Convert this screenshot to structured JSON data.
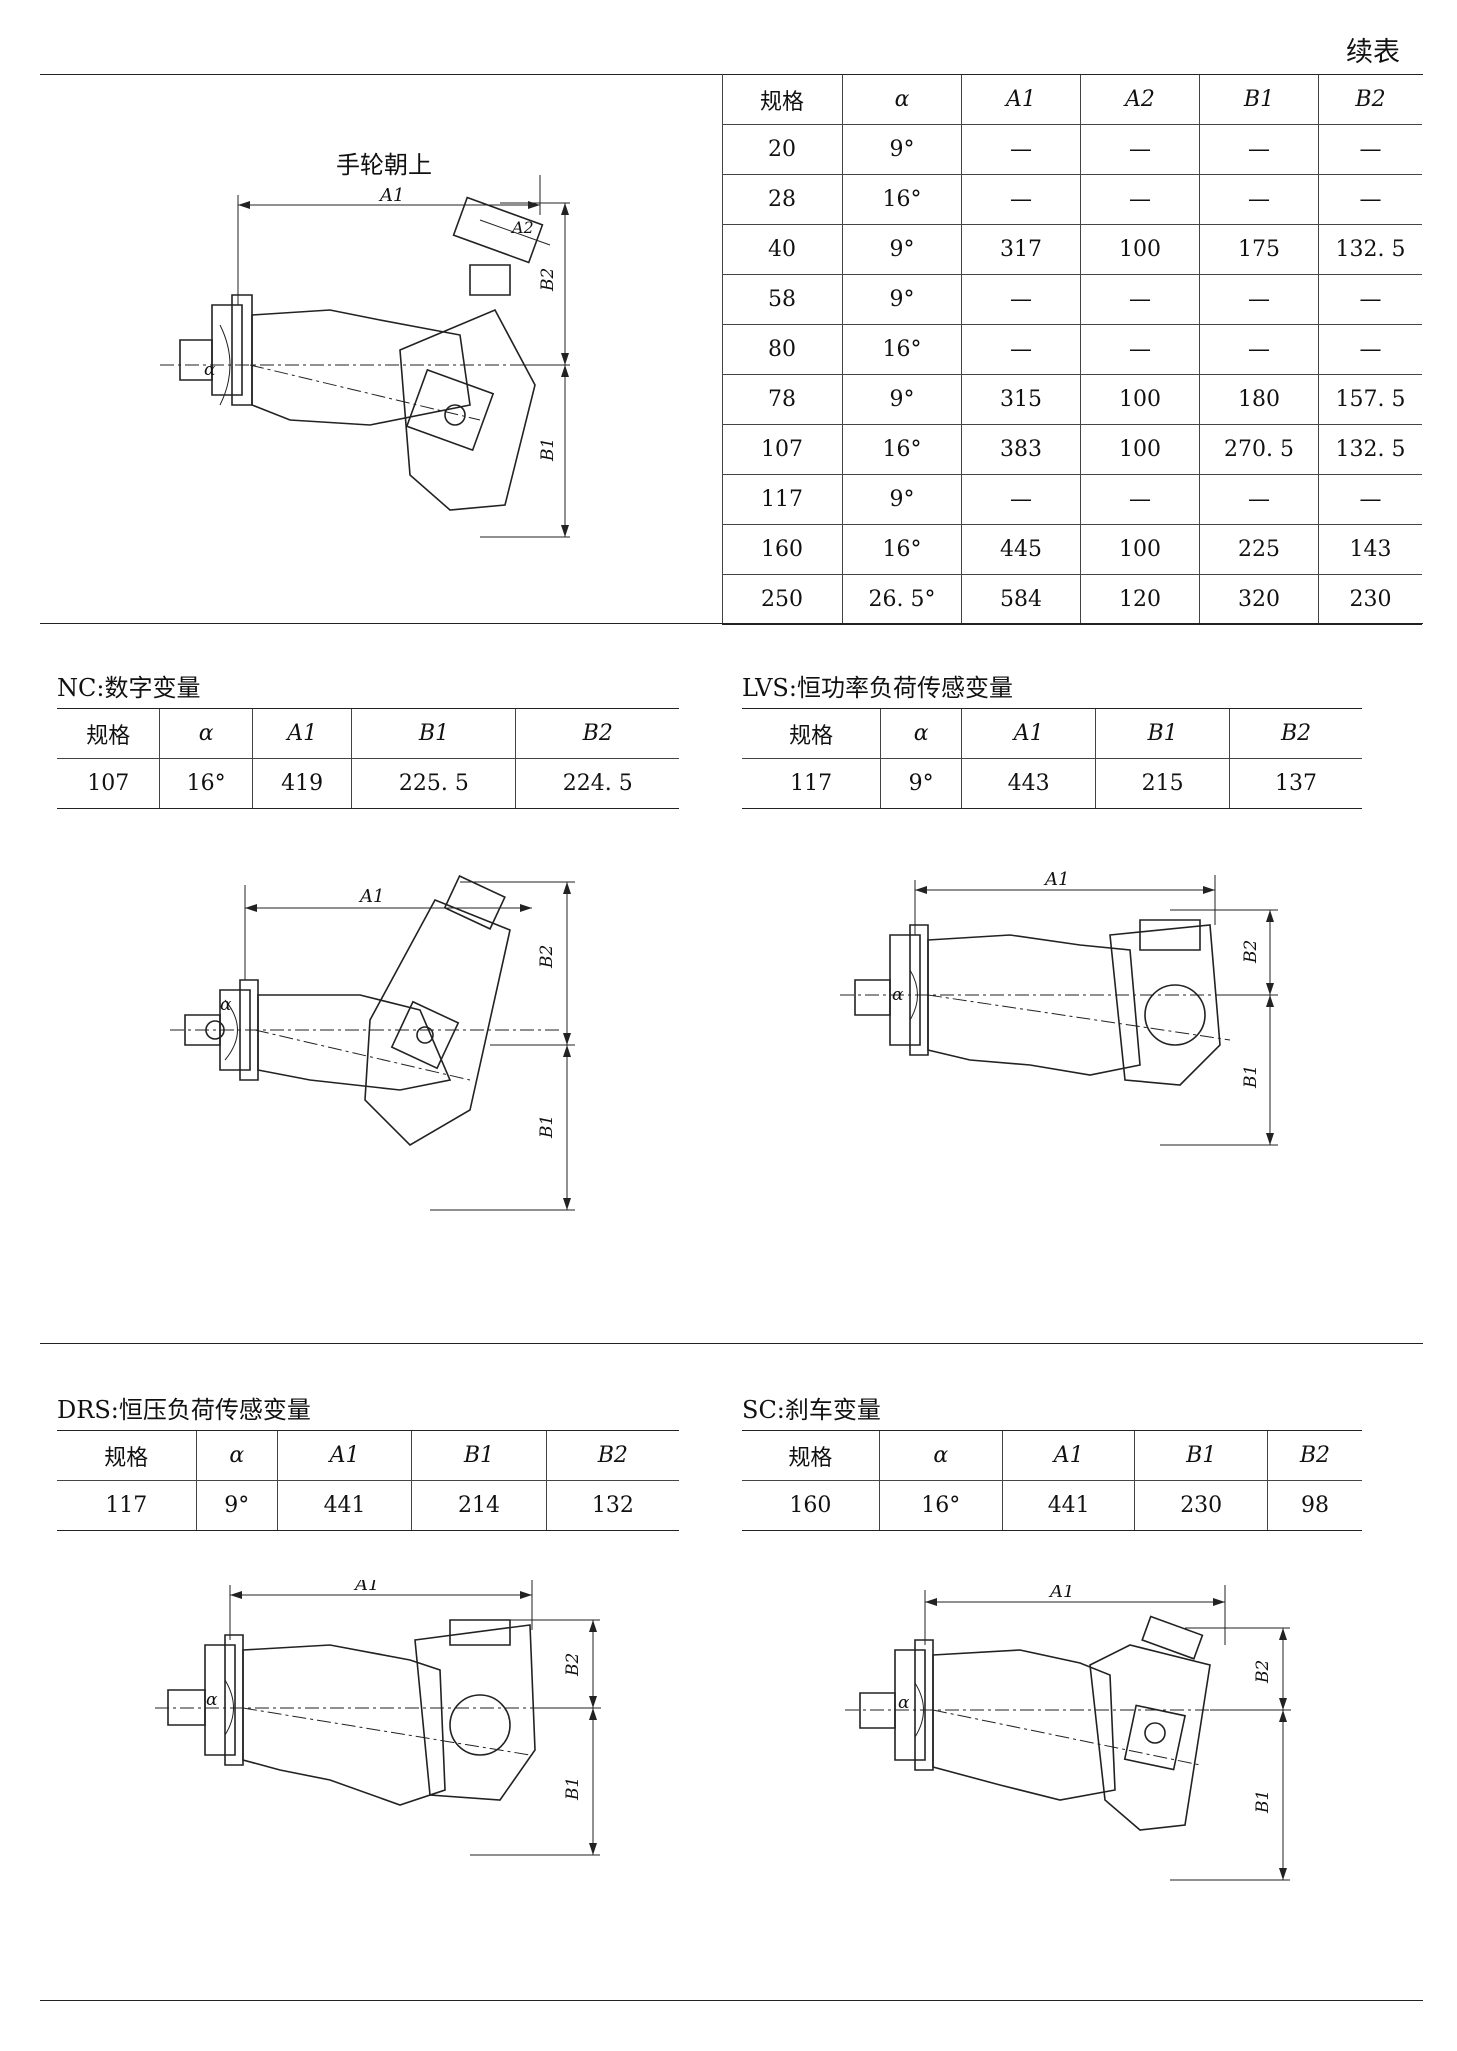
{
  "header": {
    "continued": "续表"
  },
  "top": {
    "caption": "手轮朝上",
    "table": {
      "headers": [
        "规格",
        "α",
        "A1",
        "A2",
        "B1",
        "B2"
      ],
      "rows": [
        [
          "20",
          "9°",
          "—",
          "—",
          "—",
          "—"
        ],
        [
          "28",
          "16°",
          "—",
          "—",
          "—",
          "—"
        ],
        [
          "40",
          "9°",
          "317",
          "100",
          "175",
          "132. 5"
        ],
        [
          "58",
          "9°",
          "—",
          "—",
          "—",
          "—"
        ],
        [
          "80",
          "16°",
          "—",
          "—",
          "—",
          "—"
        ],
        [
          "78",
          "9°",
          "315",
          "100",
          "180",
          "157. 5"
        ],
        [
          "107",
          "16°",
          "383",
          "100",
          "270. 5",
          "132. 5"
        ],
        [
          "117",
          "9°",
          "—",
          "—",
          "—",
          "—"
        ],
        [
          "160",
          "16°",
          "445",
          "100",
          "225",
          "143"
        ],
        [
          "250",
          "26. 5°",
          "584",
          "120",
          "320",
          "230"
        ]
      ]
    }
  },
  "nc": {
    "title": "NC:数字变量",
    "headers": [
      "规格",
      "α",
      "A1",
      "B1",
      "B2"
    ],
    "row": [
      "107",
      "16°",
      "419",
      "225. 5",
      "224. 5"
    ]
  },
  "lvs": {
    "title": "LVS:恒功率负荷传感变量",
    "headers": [
      "规格",
      "α",
      "A1",
      "B1",
      "B2"
    ],
    "row": [
      "117",
      "9°",
      "443",
      "215",
      "137"
    ]
  },
  "drs": {
    "title": "DRS:恒压负荷传感变量",
    "headers": [
      "规格",
      "α",
      "A1",
      "B1",
      "B2"
    ],
    "row": [
      "117",
      "9°",
      "441",
      "214",
      "132"
    ]
  },
  "sc": {
    "title": "SC:刹车变量",
    "headers": [
      "规格",
      "α",
      "A1",
      "B1",
      "B2"
    ],
    "row": [
      "160",
      "16°",
      "441",
      "230",
      "98"
    ]
  },
  "dims": {
    "a1": "A1",
    "a2": "A2",
    "b1": "B1",
    "b2": "B2",
    "alpha": "α"
  }
}
